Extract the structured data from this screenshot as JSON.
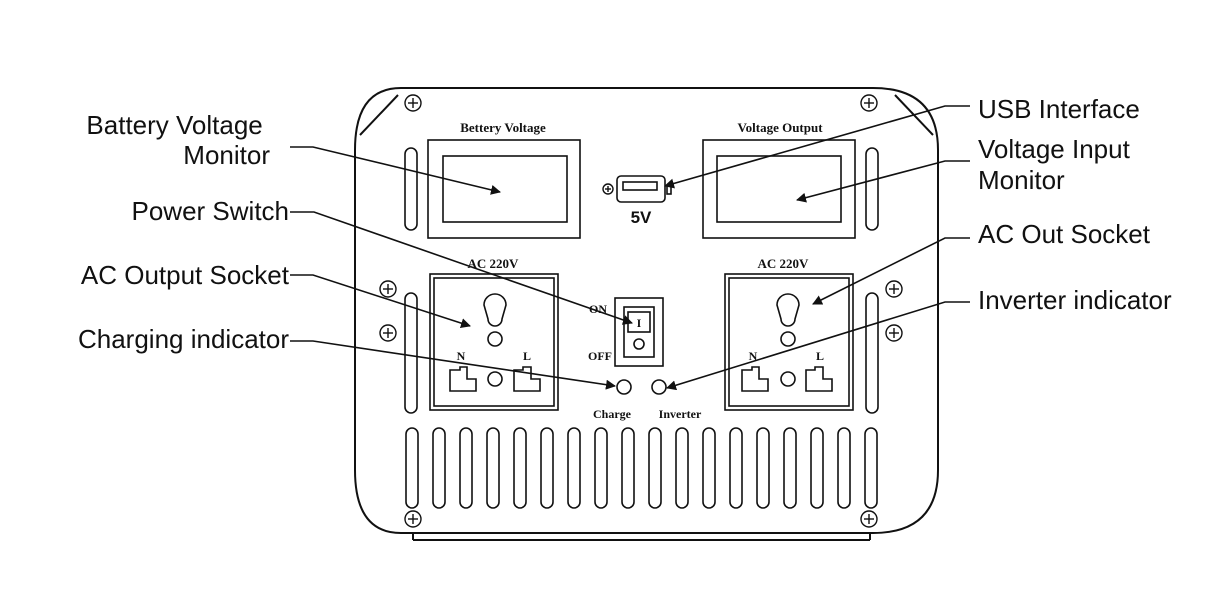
{
  "callouts": {
    "battery_voltage_monitor": [
      "Battery Voltage",
      "Monitor"
    ],
    "power_switch": "Power Switch",
    "ac_output_socket": "AC Output Socket",
    "charging_indicator": "Charging indicator",
    "usb_interface": "USB Interface",
    "voltage_input_monitor": [
      "Voltage Input",
      "Monitor"
    ],
    "ac_out_socket": "AC Out Socket",
    "inverter_indicator": "Inverter indicator"
  },
  "panel": {
    "left_display_label": "Bettery Voltage",
    "right_display_label": "Voltage Output",
    "usb_label": "5V",
    "left_socket_label": "AC 220V",
    "right_socket_label": "AC 220V",
    "socket_n": "N",
    "socket_l": "L",
    "switch_on": "ON",
    "switch_off": "OFF",
    "switch_mark": "I",
    "charge_label": "Charge",
    "inverter_label": "Inverter"
  }
}
